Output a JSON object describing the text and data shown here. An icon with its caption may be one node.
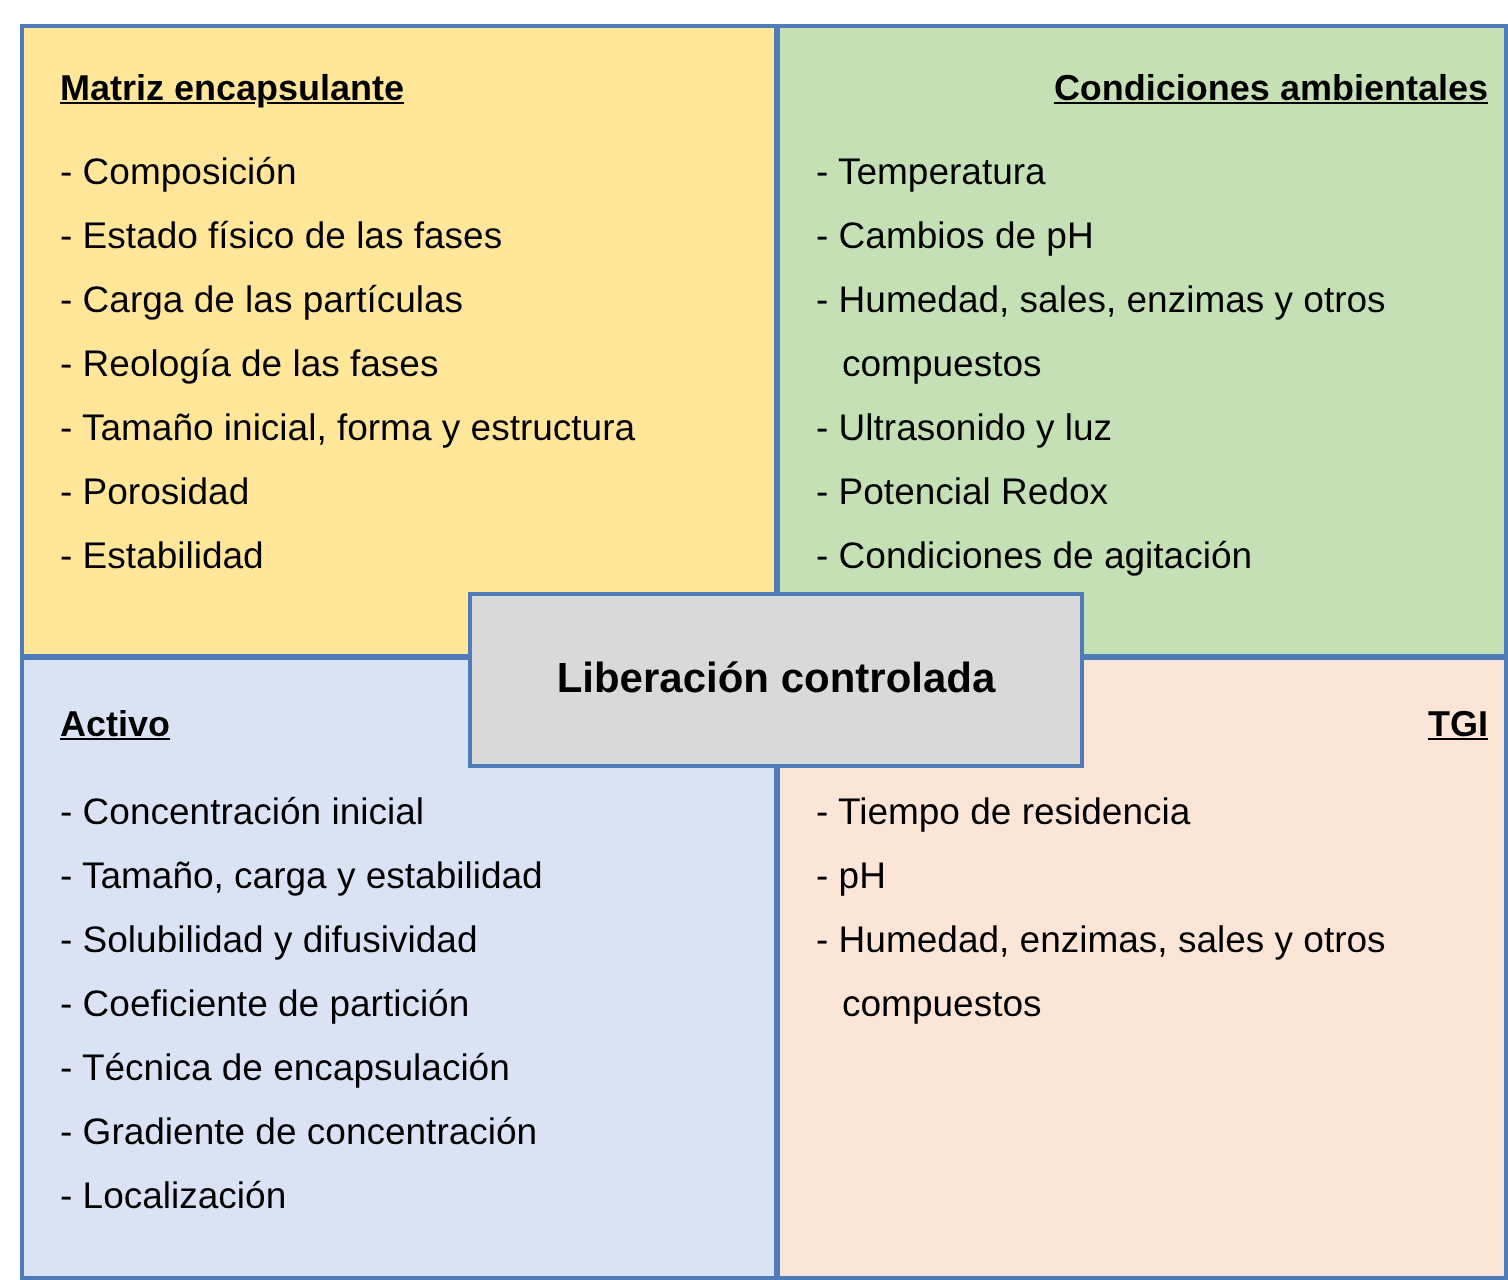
{
  "diagram": {
    "nodes": [
      {
        "text": [
          "Matriz encapsulante",
          "- Composición",
          "- Estado físico de las fases",
          "- Carga de las partículas",
          "- Reología de las fases",
          "- Tamaño inicial, forma y estructura",
          "- Porosidad",
          "- Estabilidad"
        ]
      },
      {
        "text": [
          "Condiciones ambientales",
          "- Temperatura",
          "- Cambios de pH",
          "- Humedad, sales, enzimas y otros compuestos",
          "- Ultrasonido y luz",
          "- Potencial Redox",
          "- Condiciones de agitación"
        ]
      },
      {
        "text": [
          "Liberación controlada"
        ]
      },
      {
        "text": [
          "Activo",
          "- Concentración inicial",
          "- Tamaño, carga y estabilidad",
          "- Solubilidad y difusividad",
          "- Coeficiente de partición",
          "- Técnica de encapsulación",
          "- Gradiente de concentración",
          "- Localización"
        ]
      },
      {
        "text": [
          "TGI",
          "- Tiempo de residencia",
          "- pH",
          "- Humedad, enzimas, sales y otros compuestos"
        ]
      }
    ]
  }
}
